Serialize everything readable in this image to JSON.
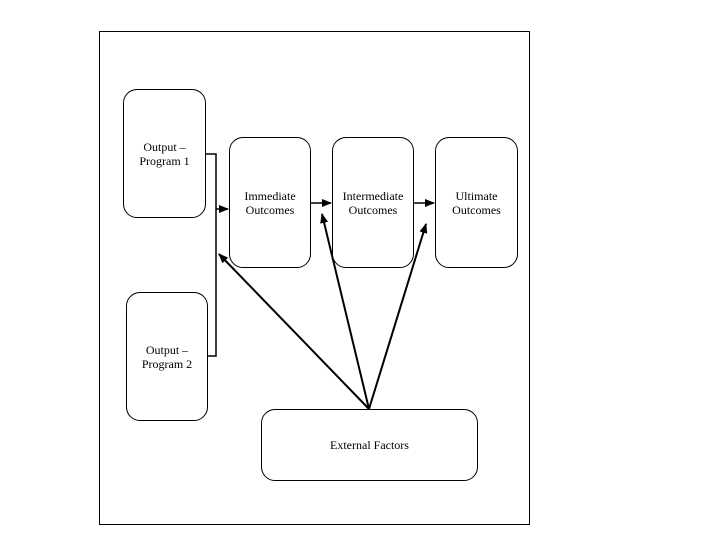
{
  "diagram": {
    "nodes": {
      "output_program_1": [
        "Output –",
        "Program 1"
      ],
      "output_program_2": [
        "Output –",
        "Program 2"
      ],
      "immediate_outcomes": [
        "Immediate",
        "Outcomes"
      ],
      "intermediate_outcomes": [
        "Intermediate",
        "Outcomes"
      ],
      "ultimate_outcomes": [
        "Ultimate",
        "Outcomes"
      ],
      "external_factors": [
        "External Factors"
      ]
    },
    "edges": [
      {
        "from": "output_program_1",
        "to": "immediate_outcomes"
      },
      {
        "from": "output_program_2",
        "to": "immediate_outcomes"
      },
      {
        "from": "immediate_outcomes",
        "to": "intermediate_outcomes"
      },
      {
        "from": "intermediate_outcomes",
        "to": "ultimate_outcomes"
      },
      {
        "from": "external_factors",
        "to": "immediate_outcomes"
      },
      {
        "from": "external_factors",
        "to": "intermediate_outcomes"
      },
      {
        "from": "external_factors",
        "to": "ultimate_outcomes"
      }
    ]
  }
}
